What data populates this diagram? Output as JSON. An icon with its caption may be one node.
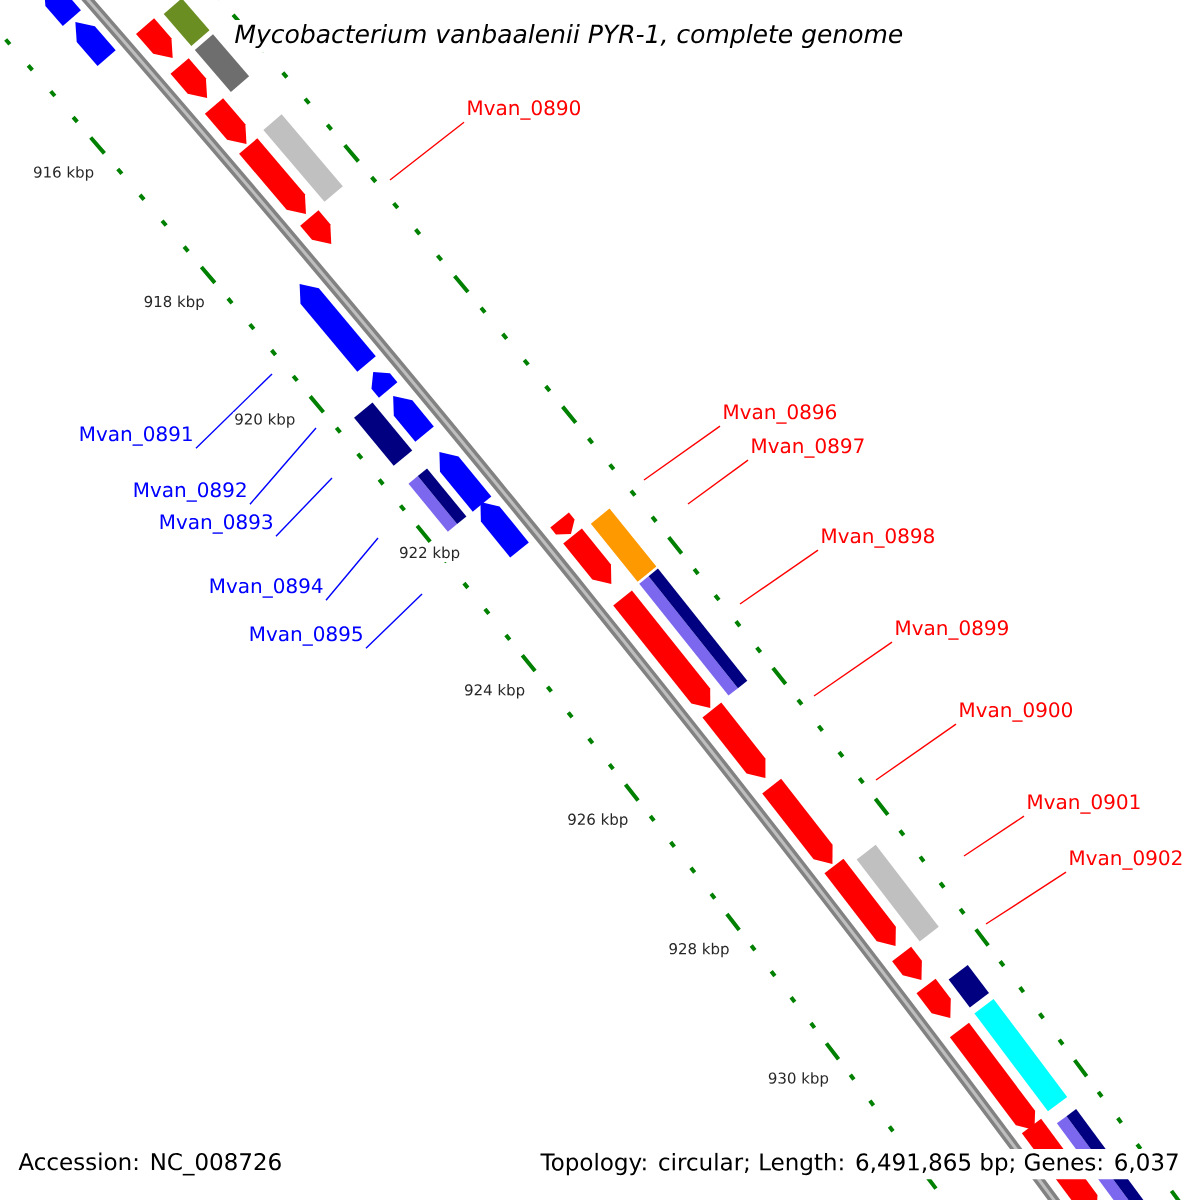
{
  "diagram": {
    "title": "Mycobacterium vanbaalenii PYR-1, complete genome",
    "nodes": [
      {
        "text": [
          "Mvan_0890"
        ]
      },
      {
        "text": [
          "Mvan_0891"
        ]
      },
      {
        "text": [
          "Mvan_0892"
        ]
      },
      {
        "text": [
          "Mvan_0893"
        ]
      },
      {
        "text": [
          "Mvan_0894"
        ]
      },
      {
        "text": [
          "Mvan_0895"
        ]
      },
      {
        "text": [
          "Mvan_0896"
        ]
      },
      {
        "text": [
          "Mvan_0897"
        ]
      },
      {
        "text": [
          "Mvan_0898"
        ]
      },
      {
        "text": [
          "Mvan_0899"
        ]
      },
      {
        "text": [
          "Mvan_0900"
        ]
      },
      {
        "text": [
          "Mvan_0901"
        ]
      },
      {
        "text": [
          "Mvan_0902"
        ]
      }
    ],
    "edges": [
      {
        "from": 0,
        "to": null,
        "arrow": "none"
      },
      {
        "from": 1,
        "to": null,
        "arrow": "none",
        "color": "#0000ff"
      },
      {
        "from": 2,
        "to": null,
        "arrow": "none",
        "color": "#0000ff"
      },
      {
        "from": 3,
        "to": null,
        "arrow": "none",
        "color": "#0000ff"
      },
      {
        "from": 4,
        "to": null,
        "arrow": "none",
        "color": "#0000ff"
      },
      {
        "from": 5,
        "to": null,
        "arrow": "none",
        "color": "#0000ff"
      },
      {
        "from": 6,
        "to": null,
        "arrow": "none"
      },
      {
        "from": 7,
        "to": null,
        "arrow": "none"
      },
      {
        "from": 8,
        "to": null,
        "arrow": "none"
      },
      {
        "from": 9,
        "to": null,
        "arrow": "none"
      },
      {
        "from": 10,
        "to": null,
        "arrow": "none"
      },
      {
        "from": 11,
        "to": null,
        "arrow": "none"
      },
      {
        "from": 12,
        "to": null,
        "arrow": "none"
      }
    ],
    "labels": [
      "916 kbp",
      "918 kbp",
      "920 kbp",
      "922 kbp",
      "924 kbp",
      "926 kbp",
      "928 kbp",
      "930 kbp",
      "Accession: NC_008726",
      "Topology: circular; Length: 6,491,865 bp; Genes: 6,037"
    ]
  }
}
